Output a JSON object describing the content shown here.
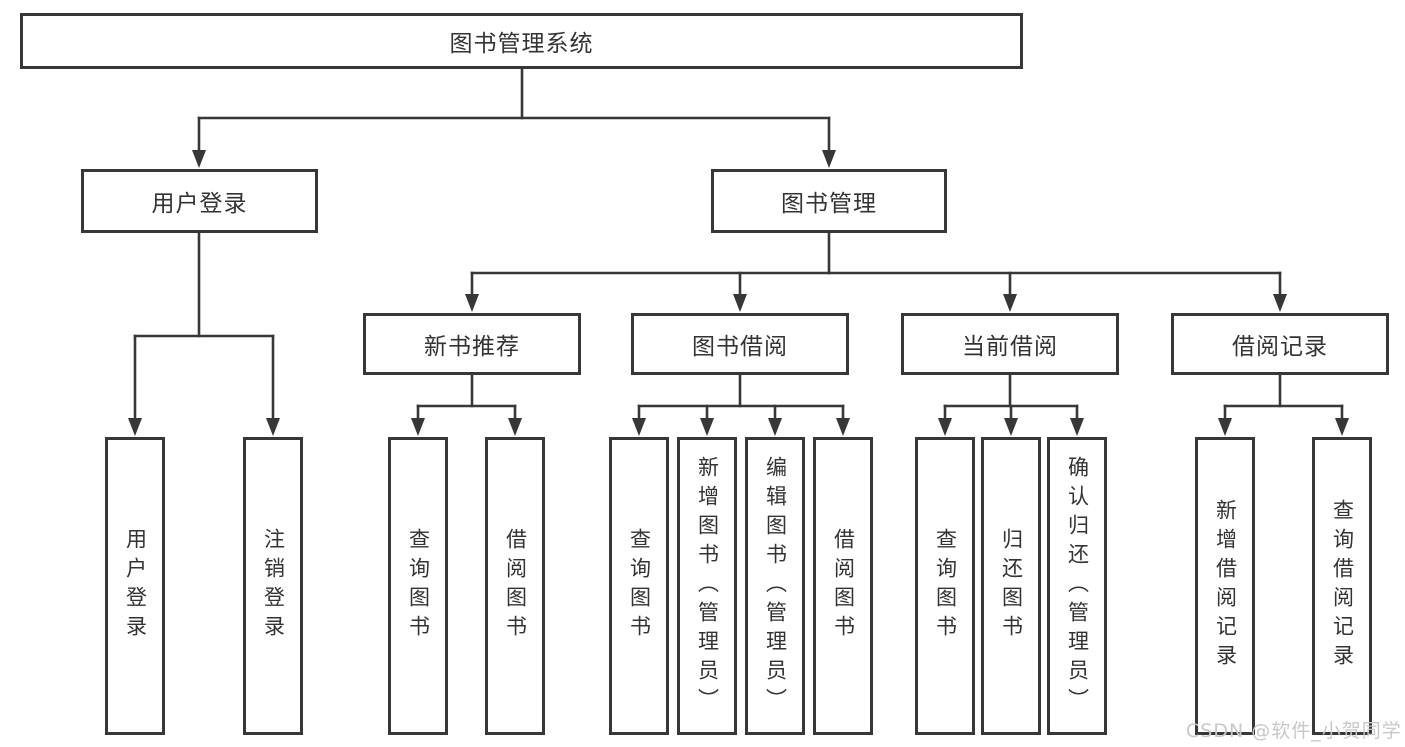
{
  "diagram": {
    "root": {
      "label": "图书管理系统"
    },
    "level2": [
      {
        "label": "用户登录"
      },
      {
        "label": "图书管理"
      }
    ],
    "level3": [
      {
        "label": "新书推荐"
      },
      {
        "label": "图书借阅"
      },
      {
        "label": "当前借阅"
      },
      {
        "label": "借阅记录"
      }
    ],
    "leaves": [
      {
        "label": "用户登录"
      },
      {
        "label": "注销登录"
      },
      {
        "label": "查询图书"
      },
      {
        "label": "借阅图书"
      },
      {
        "label": "查询图书"
      },
      {
        "label": "新增图书（管理员）"
      },
      {
        "label": "编辑图书（管理员）"
      },
      {
        "label": "借阅图书"
      },
      {
        "label": "查询图书"
      },
      {
        "label": "归还图书"
      },
      {
        "label": "确认归还（管理员）"
      },
      {
        "label": "新增借阅记录"
      },
      {
        "label": "查询借阅记录"
      }
    ]
  },
  "watermark": {
    "text": "CSDN @软件_小贺同学"
  },
  "colors": {
    "line": "#373737",
    "text": "#333333",
    "watermark": "#c8c8c8",
    "background": "#ffffff"
  }
}
